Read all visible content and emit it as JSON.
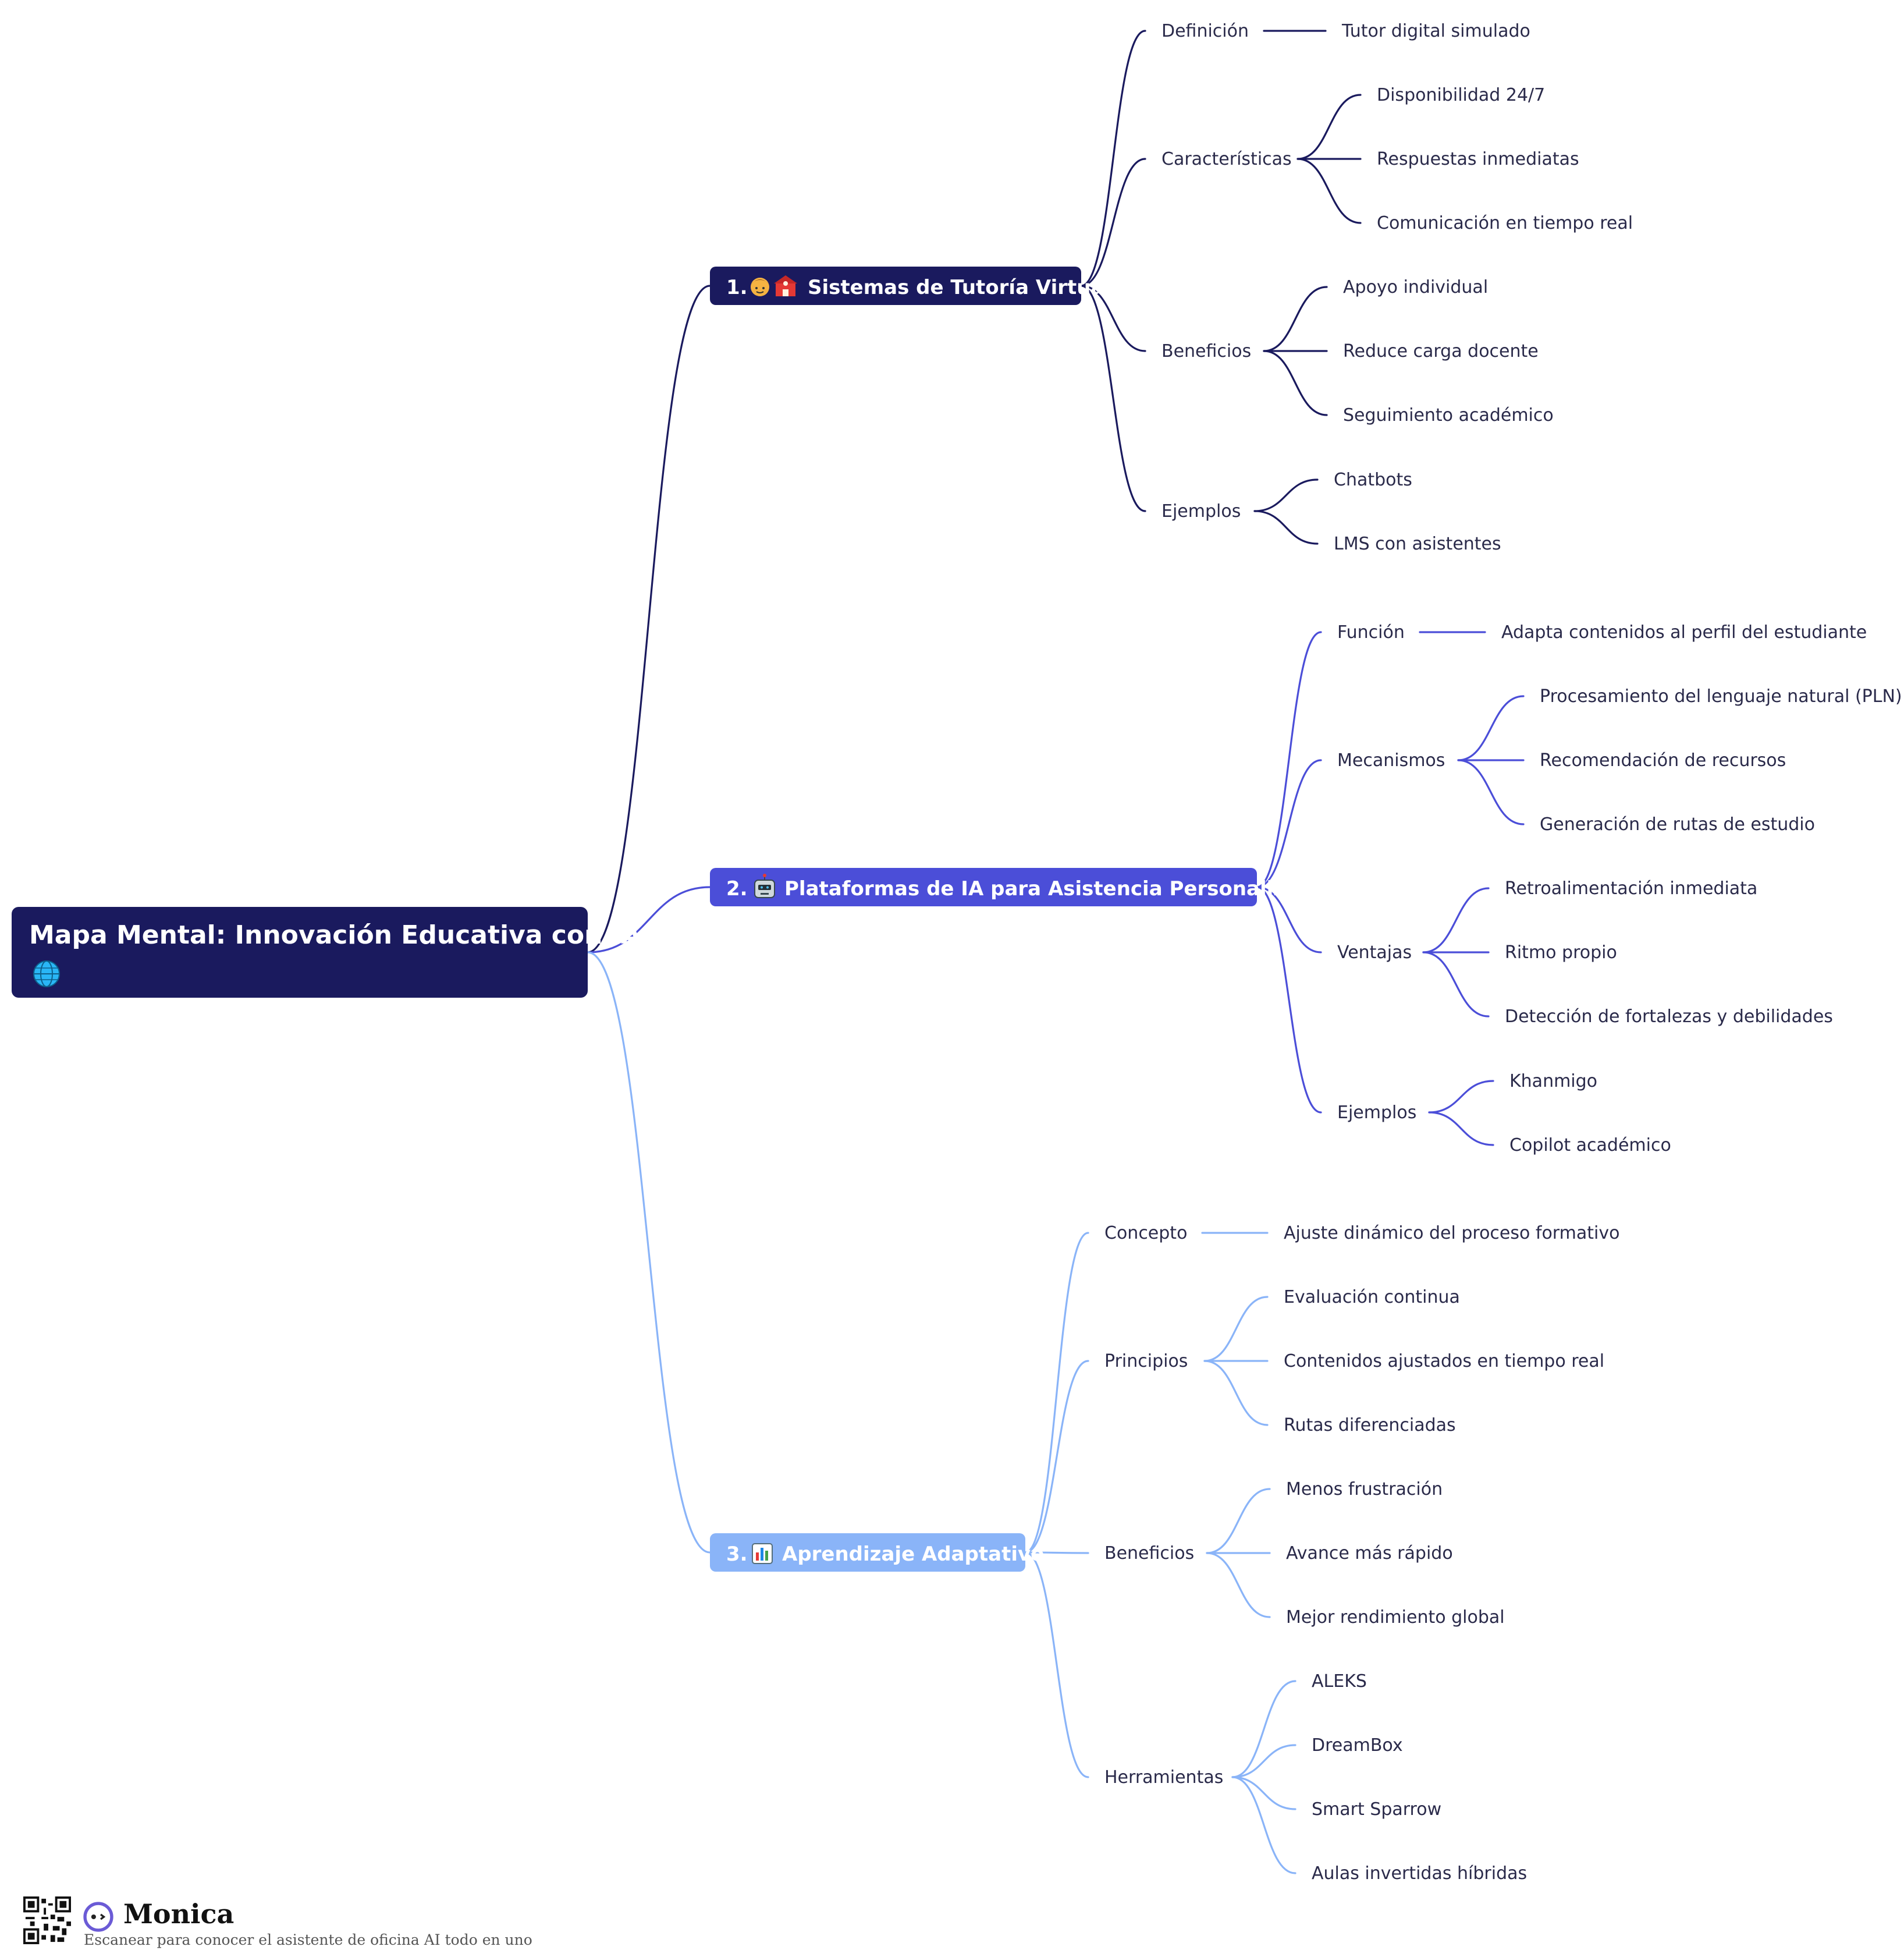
{
  "root": {
    "title": "Mapa Mental: Innovación Educativa con IA",
    "icon": "globe-icon",
    "color": "#1a1a5e"
  },
  "branches": [
    {
      "label": "Sistemas de Tutoría Virtual",
      "prefix": "1.",
      "icons": [
        "person-icon",
        "school-icon"
      ],
      "color": "#1a1a5e",
      "children": [
        {
          "label": "Definición",
          "items": [
            "Tutor digital simulado"
          ]
        },
        {
          "label": "Características",
          "items": [
            "Disponibilidad 24/7",
            "Respuestas inmediatas",
            "Comunicación en tiempo real"
          ]
        },
        {
          "label": "Beneficios",
          "items": [
            "Apoyo individual",
            "Reduce carga docente",
            "Seguimiento académico"
          ]
        },
        {
          "label": "Ejemplos",
          "items": [
            "Chatbots",
            "LMS con asistentes"
          ]
        }
      ]
    },
    {
      "label": "Plataformas de IA para Asistencia Personalizada",
      "prefix": "2.",
      "icons": [
        "robot-icon"
      ],
      "color": "#4b4ed8",
      "children": [
        {
          "label": "Función",
          "items": [
            "Adapta contenidos al perfil del estudiante"
          ]
        },
        {
          "label": "Mecanismos",
          "items": [
            "Procesamiento del lenguaje natural (PLN)",
            "Recomendación de recursos",
            "Generación de rutas de estudio"
          ]
        },
        {
          "label": "Ventajas",
          "items": [
            "Retroalimentación inmediata",
            "Ritmo propio",
            "Detección de fortalezas y debilidades"
          ]
        },
        {
          "label": "Ejemplos",
          "items": [
            "Khanmigo",
            "Copilot académico"
          ]
        }
      ]
    },
    {
      "label": "Aprendizaje Adaptativo",
      "prefix": "3.",
      "icons": [
        "bar-chart-icon"
      ],
      "color": "#8ab4f8",
      "children": [
        {
          "label": "Concepto",
          "items": [
            "Ajuste dinámico del proceso formativo"
          ]
        },
        {
          "label": "Principios",
          "items": [
            "Evaluación continua",
            "Contenidos ajustados en tiempo real",
            "Rutas diferenciadas"
          ]
        },
        {
          "label": "Beneficios",
          "items": [
            "Menos frustración",
            "Avance más rápido",
            "Mejor rendimiento global"
          ]
        },
        {
          "label": "Herramientas",
          "items": [
            "ALEKS",
            "DreamBox",
            "Smart Sparrow",
            "Aulas invertidas híbridas"
          ]
        }
      ]
    }
  ],
  "footer": {
    "brand": "Monica",
    "tagline": "Escanear para conocer el asistente de oficina AI todo en uno",
    "qr_icon": "qr-code-icon",
    "logo_icon": "monica-logo-icon"
  }
}
